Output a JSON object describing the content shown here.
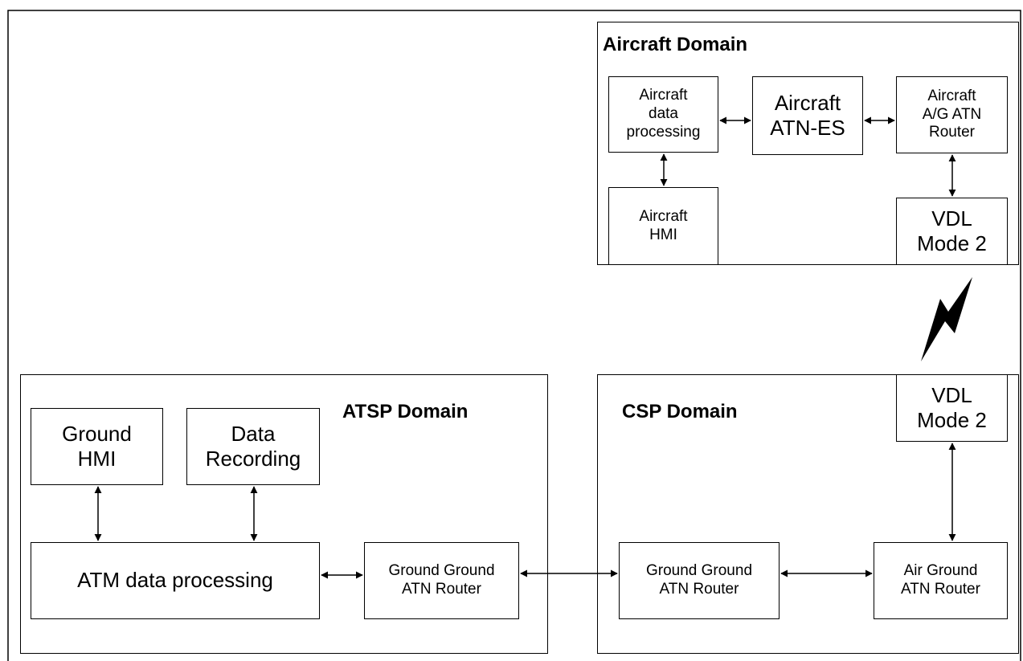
{
  "domains": {
    "aircraft": {
      "title": "Aircraft Domain"
    },
    "atsp": {
      "title": "ATSP Domain"
    },
    "csp": {
      "title": "CSP Domain"
    }
  },
  "aircraft_blocks": {
    "data_processing": "Aircraft\ndata\nprocessing",
    "atn_es": "Aircraft\nATN-ES",
    "ag_router": "Aircraft\nA/G ATN\nRouter",
    "hmi": "Aircraft\nHMI",
    "vdl": "VDL\nMode 2"
  },
  "atsp_blocks": {
    "ground_hmi": "Ground\nHMI",
    "data_recording": "Data\nRecording",
    "atm_processing": "ATM data processing",
    "gg_router": "Ground Ground\nATN Router"
  },
  "csp_blocks": {
    "vdl": "VDL\nMode 2",
    "gg_router": "Ground Ground\nATN Router",
    "ag_router": "Air Ground\nATN Router"
  },
  "colors": {
    "line": "#000000",
    "background": "#ffffff"
  }
}
